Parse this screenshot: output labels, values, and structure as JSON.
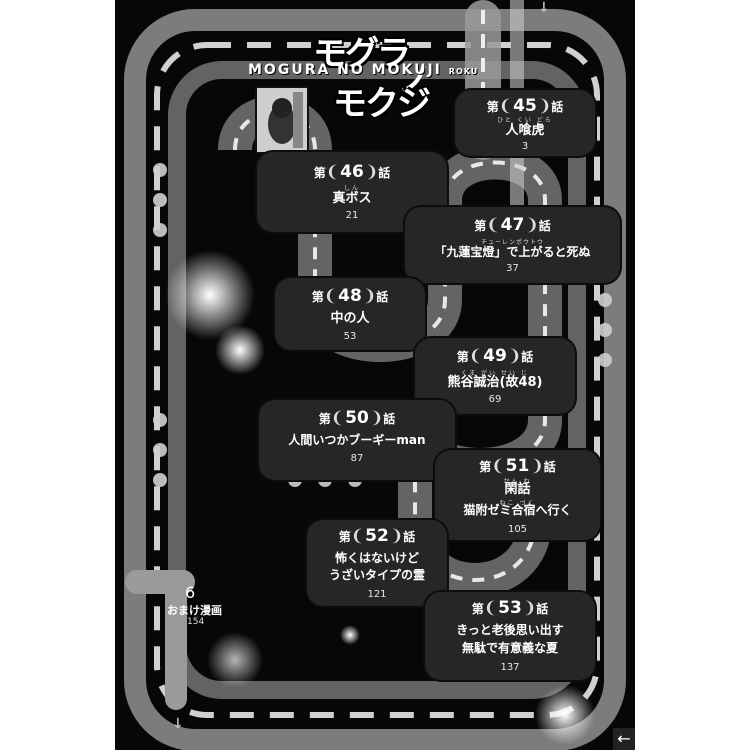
{
  "header": {
    "title_line1": "モグラ",
    "title_no": "ノ",
    "title_line2": "モクジ",
    "romanized": "MOGURA NO MOKUJI",
    "romanized_tail": "ROKU"
  },
  "chapters": [
    {
      "prefix": "第",
      "number": "45",
      "suffix": "話",
      "ruby": "ひと くい どら",
      "title": "人喰虎",
      "page": "3"
    },
    {
      "prefix": "第",
      "number": "46",
      "suffix": "話",
      "ruby": "しん",
      "title": "真ボス",
      "page": "21"
    },
    {
      "prefix": "第",
      "number": "47",
      "suffix": "話",
      "ruby": "チューレンポウトウ",
      "title": "「九蓮宝燈」で上がると死ぬ",
      "page": "37"
    },
    {
      "prefix": "第",
      "number": "48",
      "suffix": "話",
      "ruby": "",
      "title": "中の人",
      "page": "53"
    },
    {
      "prefix": "第",
      "number": "49",
      "suffix": "話",
      "ruby": "くま がい せい じ",
      "title": "熊谷誠治(故48)",
      "page": "69"
    },
    {
      "prefix": "第",
      "number": "50",
      "suffix": "話",
      "ruby": "",
      "title": "人間いつかブーギーman",
      "page": "87"
    },
    {
      "prefix": "第",
      "number": "51",
      "suffix": "話",
      "ruby": "かん わ",
      "title": "閑話",
      "title2_ruby": "ねこ づく",
      "title2": "猫附ゼミ合宿へ行く",
      "page": "105"
    },
    {
      "prefix": "第",
      "number": "52",
      "suffix": "話",
      "ruby": "",
      "title": "怖くはないけど",
      "title2": "うざいタイプの霊",
      "page": "121"
    },
    {
      "prefix": "第",
      "number": "53",
      "suffix": "話",
      "ruby": "",
      "title": "きっと老後思い出す",
      "title2": "無駄で有意義な夏",
      "page": "137"
    }
  ],
  "omake": {
    "icon": "6",
    "label": "おまけ漫画",
    "page": "154"
  },
  "icons": {
    "down_arrow": "↓",
    "back": "←"
  },
  "colors": {
    "background": "#070707",
    "box": "#262626",
    "track": "#b5b5b5",
    "text": "#ffffff"
  }
}
